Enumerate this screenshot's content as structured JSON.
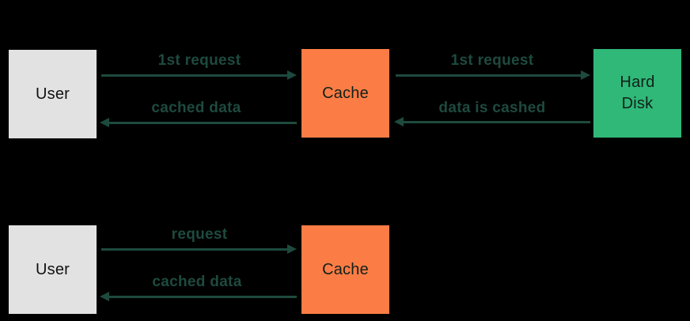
{
  "colors": {
    "background": "#000000",
    "arrow_and_label": "#1E4A3E",
    "user_node_bg": "#E2E2E2",
    "cache_node_bg": "#FB7D45",
    "hard_disk_node_bg": "#2FB878",
    "node_text": "#112019"
  },
  "flow1": {
    "user_label": "User",
    "cache_label": "Cache",
    "disk_label": "Hard\nDisk",
    "arrow_user_to_cache_label": "1st request",
    "arrow_cache_to_user_label": "cached data",
    "arrow_cache_to_disk_label": "1st request",
    "arrow_disk_to_cache_label": "data is cashed"
  },
  "flow2": {
    "user_label": "User",
    "cache_label": "Cache",
    "arrow_user_to_cache_label": "request",
    "arrow_cache_to_user_label": "cached data"
  }
}
